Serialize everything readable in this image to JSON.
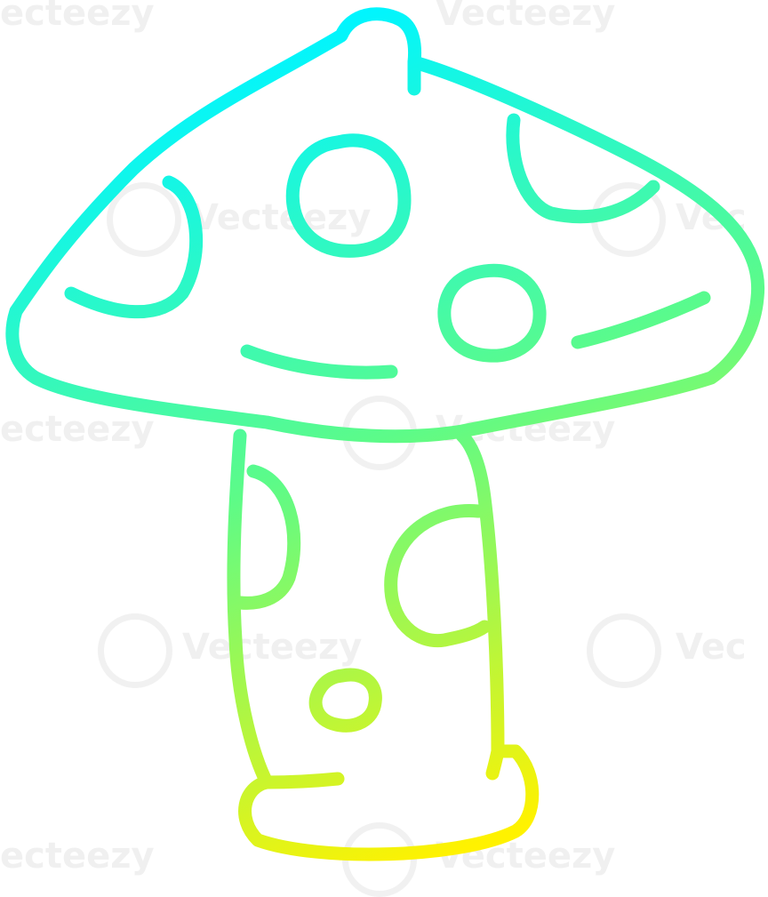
{
  "illustration": {
    "subject": "mushroom-icon",
    "stroke_gradient": {
      "top_color": "#00f5ff",
      "middle_color": "#5dfb88",
      "bottom_color": "#fff200"
    },
    "background_color": "#ffffff"
  },
  "watermark": {
    "text": "Vecteezy",
    "partial_left": "ecteezy",
    "partial_right": "Vec",
    "color": "#c8c8c8"
  }
}
